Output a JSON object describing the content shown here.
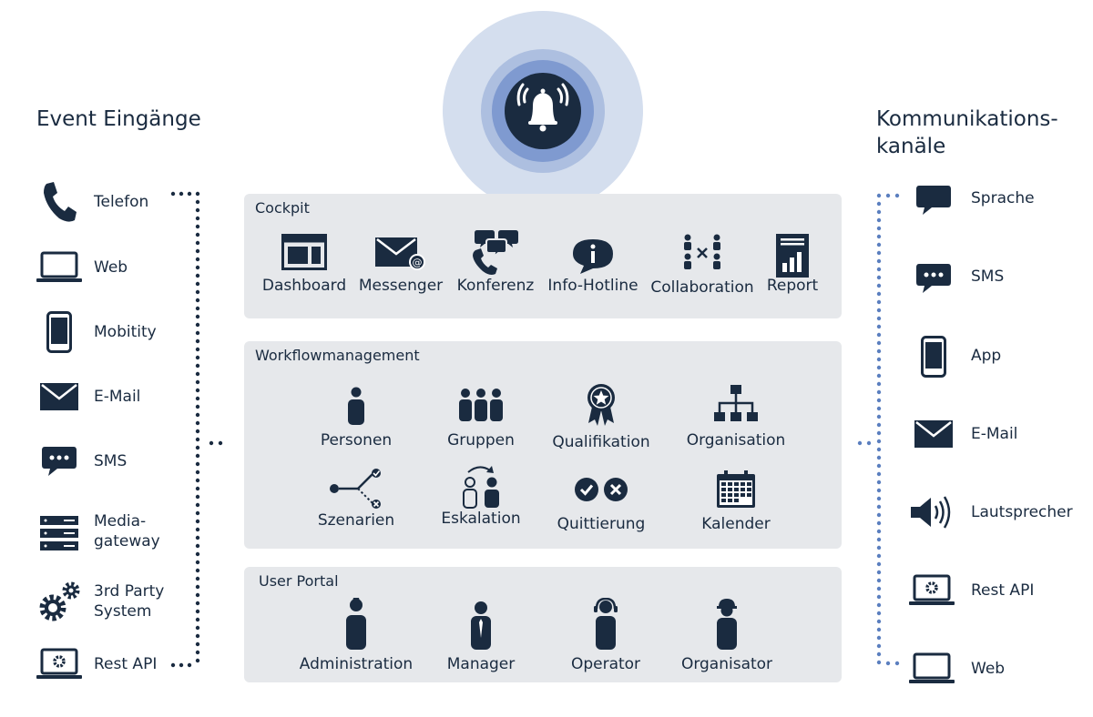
{
  "left": {
    "title": "Event Eingänge",
    "items": [
      {
        "label": "Telefon",
        "icon": "phone-icon"
      },
      {
        "label": "Web",
        "icon": "laptop-icon"
      },
      {
        "label": "Mobitity",
        "icon": "mobile-icon"
      },
      {
        "label": "E-Mail",
        "icon": "envelope-icon"
      },
      {
        "label": "SMS",
        "icon": "chat-bubble-icon"
      },
      {
        "label": "Media-\ngateway",
        "icon": "server-icon"
      },
      {
        "label": "3rd Party\nSystem",
        "icon": "gears-icon"
      },
      {
        "label": "Rest API",
        "icon": "laptop-gear-icon"
      }
    ]
  },
  "right": {
    "title": "Kommunikations-\nkanäle",
    "items": [
      {
        "label": "Sprache",
        "icon": "speech-bubble-icon"
      },
      {
        "label": "SMS",
        "icon": "chat-bubble-icon"
      },
      {
        "label": "App",
        "icon": "mobile-icon"
      },
      {
        "label": "E-Mail",
        "icon": "envelope-icon"
      },
      {
        "label": "Lautsprecher",
        "icon": "speaker-icon"
      },
      {
        "label": "Rest API",
        "icon": "laptop-gear-icon"
      },
      {
        "label": "Web",
        "icon": "laptop-icon"
      }
    ]
  },
  "center_icon": "alarm-bell-icon",
  "cockpit": {
    "title": "Cockpit",
    "items": [
      {
        "label": "Dashboard",
        "icon": "dashboard-icon"
      },
      {
        "label": "Messenger",
        "icon": "messenger-icon"
      },
      {
        "label": "Konferenz",
        "icon": "conference-icon"
      },
      {
        "label": "Info-Hotline",
        "icon": "info-bubble-icon"
      },
      {
        "label": "Collaboration",
        "icon": "collaboration-icon"
      },
      {
        "label": "Report",
        "icon": "report-icon"
      }
    ]
  },
  "workflow": {
    "title": "Workflowmanagement",
    "items": [
      {
        "label": "Personen",
        "icon": "person-icon"
      },
      {
        "label": "Gruppen",
        "icon": "group-icon"
      },
      {
        "label": "Qualifikation",
        "icon": "award-icon"
      },
      {
        "label": "Organisation",
        "icon": "org-chart-icon"
      },
      {
        "label": "Szenarien",
        "icon": "branch-icon"
      },
      {
        "label": "Eskalation",
        "icon": "escalation-icon"
      },
      {
        "label": "Quittierung",
        "icon": "check-cross-icon"
      },
      {
        "label": "Kalender",
        "icon": "calendar-icon"
      }
    ]
  },
  "portal": {
    "title": "User Portal",
    "items": [
      {
        "label": "Administration",
        "icon": "admin-person-icon"
      },
      {
        "label": "Manager",
        "icon": "manager-person-icon"
      },
      {
        "label": "Operator",
        "icon": "operator-person-icon"
      },
      {
        "label": "Organisator",
        "icon": "organizer-person-icon"
      }
    ]
  },
  "colors": {
    "dark": "#1a2b40",
    "panel": "#e6e8eb",
    "dots_left": "#1a2b40",
    "dots_right": "#5b7fbf",
    "halo_outer": "#d4deee",
    "halo_mid": "#adbfe0",
    "halo_inner": "#7f9ad0"
  }
}
